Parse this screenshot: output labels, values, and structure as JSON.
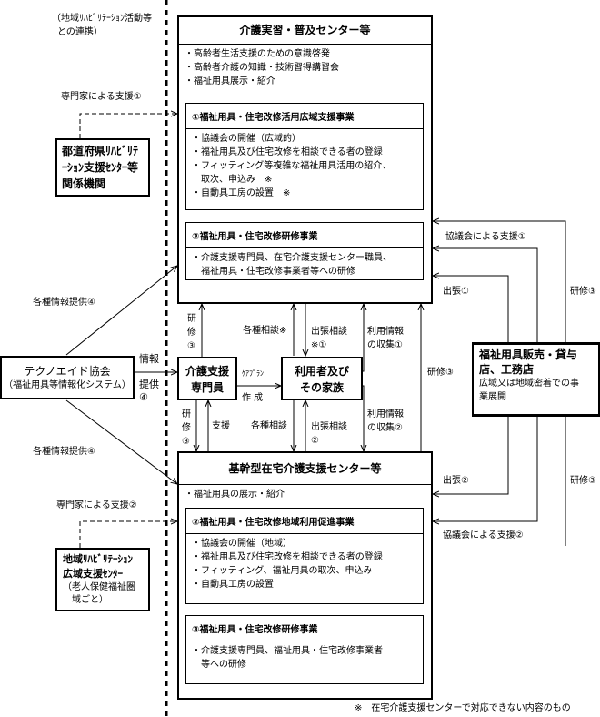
{
  "left_top_note": [
    "（地域ﾘﾊﾋﾞﾘﾃｰｼｮﾝ活動等",
    "との連携）"
  ],
  "top_center": {
    "title": "介護実習・普及センター等",
    "items": [
      "・高齢者生活支援のための意識啓発",
      "・高齢者介護の知識・技術習得講習会",
      "・福祉用具展示・紹介"
    ],
    "project1": {
      "title": "①福祉用具・住宅改修活用広域支援事業",
      "items": [
        "・協議会の開催（広域的）",
        "・福祉用具及び住宅改修を相談できる者の登録",
        "・フィッティング等複雑な福祉用具活用の紹介、",
        "　取次、申込み　※",
        "・自動具工房の設置　※"
      ]
    },
    "project3": {
      "title": "③福祉用具・住宅改修研修事業",
      "items": [
        "・介護支援専門員、在宅介護支援センター職員、",
        "　福祉用具・住宅改修事業者等への研修"
      ]
    }
  },
  "pref_rehab": {
    "support_label": "専門家による支援①",
    "lines": [
      "都道府県ﾘﾊﾋﾞﾘﾃ",
      "ｰｼｮﾝ支援ｾﾝﾀｰ等",
      "関係機関"
    ]
  },
  "techno_aid": {
    "name": "テクノエイド協会",
    "sub": "（福祉用具等情報化システム）",
    "info_top": "各種情報提供④",
    "info_bottom": "各種情報提供④",
    "info_right": [
      "情報",
      "提供",
      "④"
    ]
  },
  "care_manager": {
    "lines": [
      "介護支援",
      "専門員"
    ],
    "careplan": "ｹｱﾌﾟﾗﾝ",
    "make": "作 成",
    "training_up": [
      "研",
      "修",
      "③"
    ],
    "training_down": [
      "研",
      "修",
      "③"
    ],
    "support": "支援"
  },
  "user_family": {
    "lines": [
      "利用者及び",
      "その家族"
    ],
    "consult_up": "各種相談※",
    "consult_down": "各種相談",
    "trip_up": [
      "出張相談",
      "※①"
    ],
    "trip_down": [
      "出張相談",
      "②"
    ],
    "info_up": [
      "利用情報",
      "の収集①"
    ],
    "info_down": [
      "利用情報",
      "の収集②"
    ]
  },
  "dealer": {
    "title_lines": [
      "福祉用具販売・貸与",
      "店、工務店"
    ],
    "desc_lines": [
      "広域又は地域密着での事",
      "業展開"
    ],
    "council1": "協議会による支援①",
    "trip1": "出張①",
    "training_top": "研修③",
    "training_mid": "研修③",
    "trip2": "出張②",
    "council2": "協議会による支援②",
    "training_bottom": "研修③"
  },
  "bottom_center": {
    "title": "基幹型在宅介護支援センター等",
    "items": [
      "・福祉用具の展示・紹介"
    ],
    "project2": {
      "title": "②福祉用具・住宅改修地域利用促進事業",
      "items": [
        "・協議会の開催（地域）",
        "・福祉用具及び住宅改修を相談できる者の登録",
        "・フィッティング、福祉用具の取次、申込み",
        "・自動具工房の設置"
      ]
    },
    "project3": {
      "title": "③福祉用具・住宅改修研修事業",
      "items": [
        "・介護支援専門員、福祉用具・住宅改修事業者",
        "　等への研修"
      ]
    }
  },
  "regional_rehab": {
    "support_label": "専門家による支援②",
    "bold_lines": [
      "地域ﾘﾊﾋﾞﾘﾃｰｼｮﾝ",
      "広域支援ｾﾝﾀｰ"
    ],
    "lines": [
      "（老人保健福祉圏",
      "　域ごと）"
    ]
  },
  "footnote": "※　在宅介護支援センターで対応できない内容のもの"
}
